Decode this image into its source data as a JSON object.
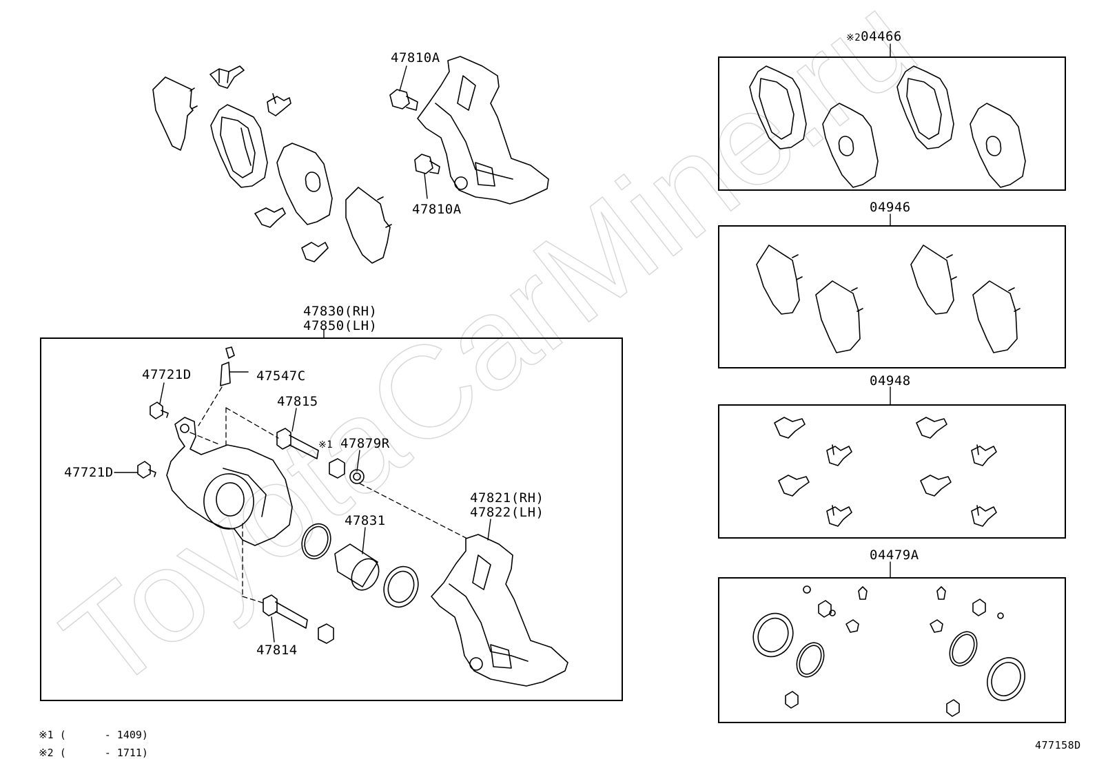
{
  "watermark": "ToyotaCarMine.ru",
  "diagram_id": "477158D",
  "top_assembly": {
    "bolt_upper": "47810A",
    "bolt_lower": "47810A"
  },
  "caliper": {
    "header_rh": "47830(RH)",
    "header_lh": "47850(LH)",
    "bleeder_bolt": "47721D",
    "bleeder_cap": "47547C",
    "bleeder_bolt_left": "47721D",
    "slide_pin_upper": "47815",
    "boot_note": "※1",
    "boot": "47879R",
    "piston": "47831",
    "mounting_rh": "47821(RH)",
    "mounting_lh": "47822(LH)",
    "slide_pin_lower": "47814"
  },
  "kits": [
    {
      "prefix": "※2",
      "code": "04466"
    },
    {
      "prefix": "",
      "code": "04946"
    },
    {
      "prefix": "",
      "code": "04948"
    },
    {
      "prefix": "",
      "code": "04479A"
    }
  ],
  "footnotes": [
    {
      "mark": "※1",
      "open": "(",
      "range": "- 1409)"
    },
    {
      "mark": "※2",
      "open": "(",
      "range": "- 1711)"
    }
  ]
}
